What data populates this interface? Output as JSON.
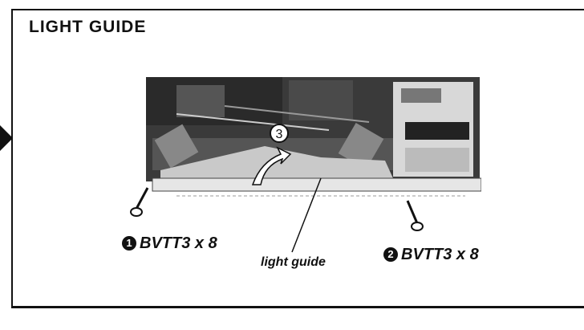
{
  "page": {
    "title": "LIGHT GUIDE"
  },
  "figure": {
    "step_marker": "3",
    "screw_left": {
      "number": "1",
      "label": "BVTT3 x 8"
    },
    "screw_right": {
      "number": "2",
      "label": "BVTT3 x 8"
    },
    "part_label": "light guide"
  }
}
